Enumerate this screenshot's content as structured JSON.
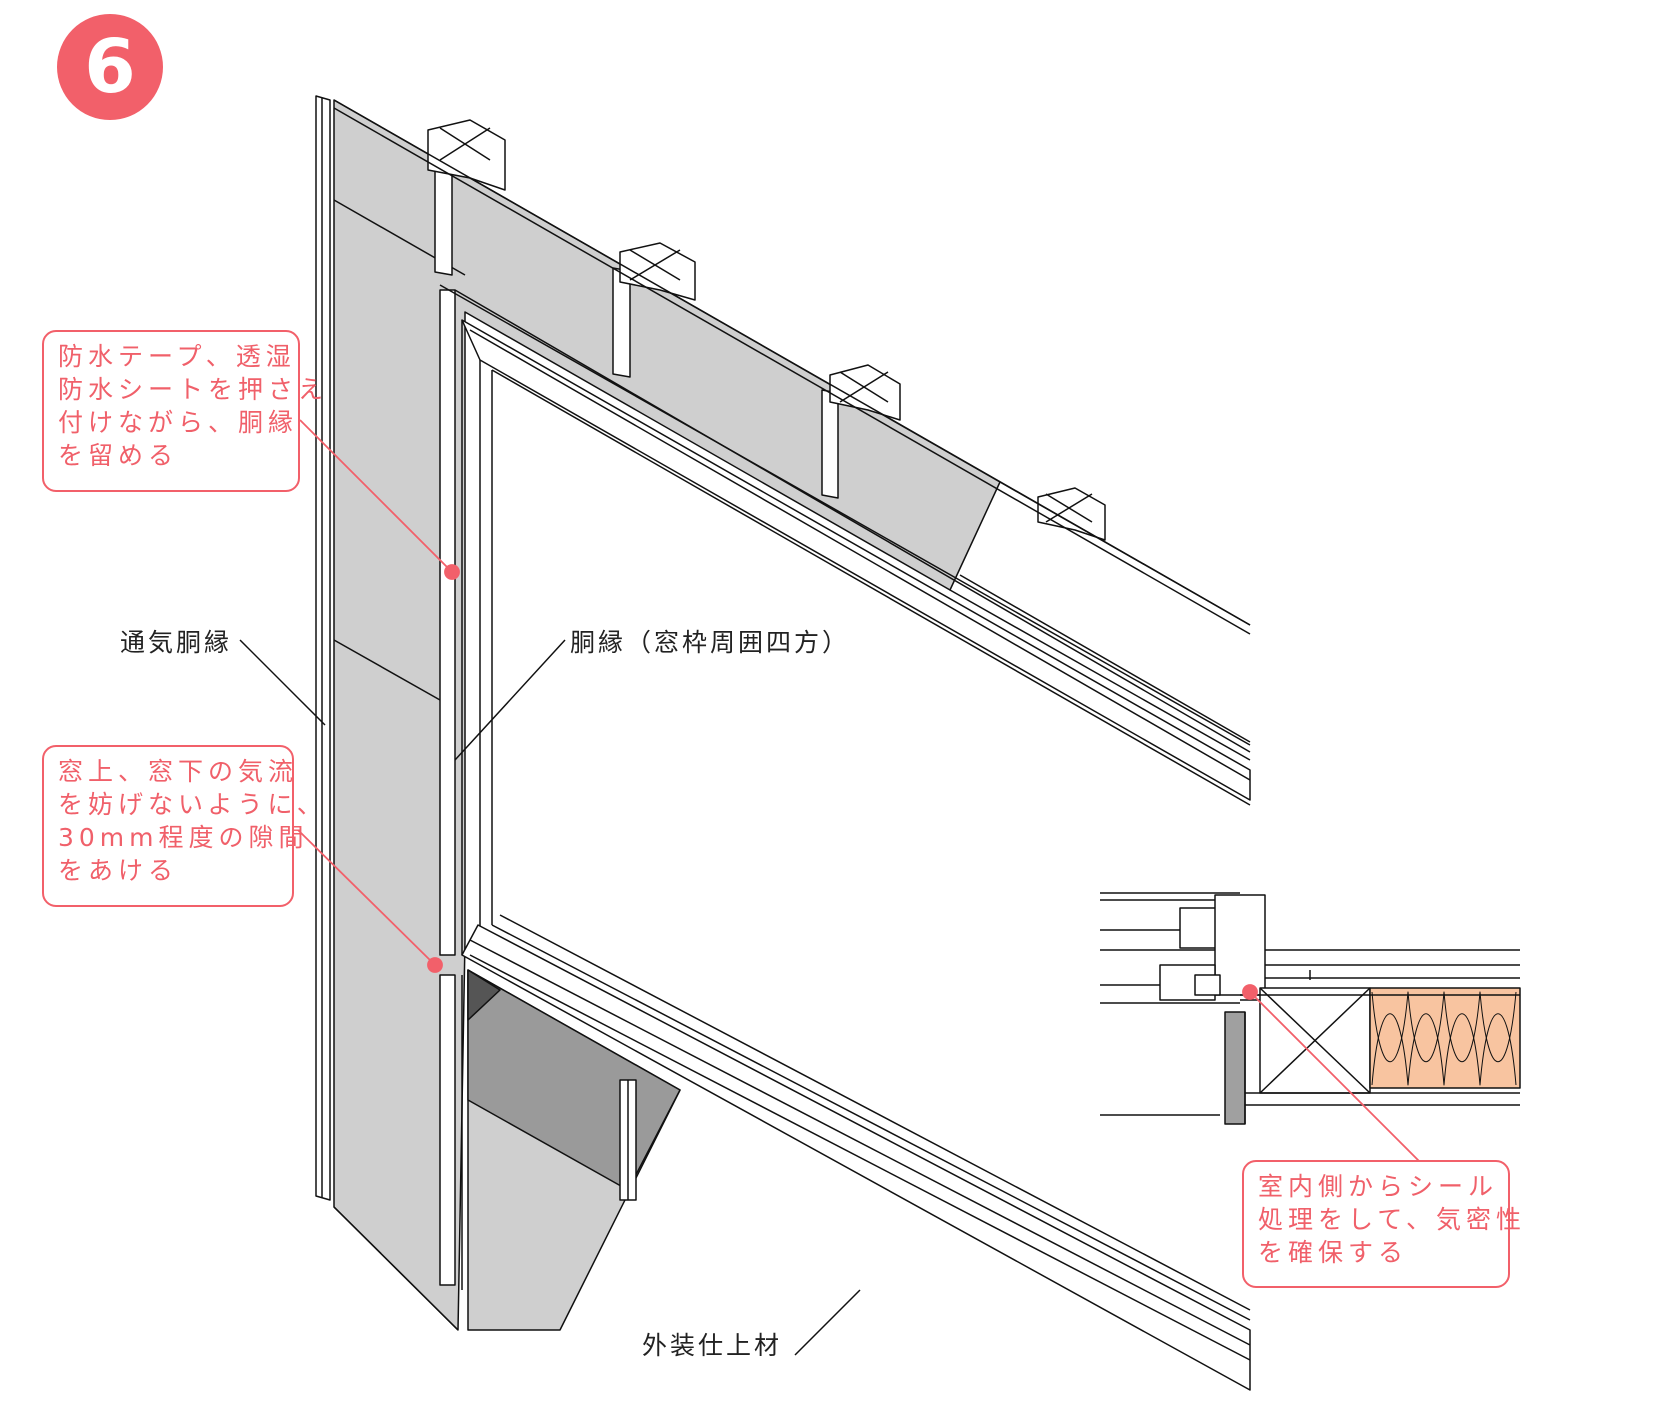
{
  "step_number": "6",
  "callouts": {
    "tape": [
      "防水テープ、透湿",
      "防水シートを押さえ",
      "付けながら、胴縁",
      "を留める"
    ],
    "gap": [
      "窓上、窓下の気流",
      "を妨げないように、",
      "30mm程度の隙間",
      "をあける"
    ],
    "seal": [
      "室内側からシール",
      "処理をして、気密性",
      "を確保する"
    ]
  },
  "labels": {
    "vent_batten": "通気胴縁",
    "window_batten": "胴縁（窓枠周囲四方）",
    "exterior_finish": "外装仕上材"
  },
  "colors": {
    "accent": "#f2606a",
    "sheet_gray": "#cfcfcf",
    "dark_gray": "#999999",
    "insulation": "#f8c4a0"
  }
}
